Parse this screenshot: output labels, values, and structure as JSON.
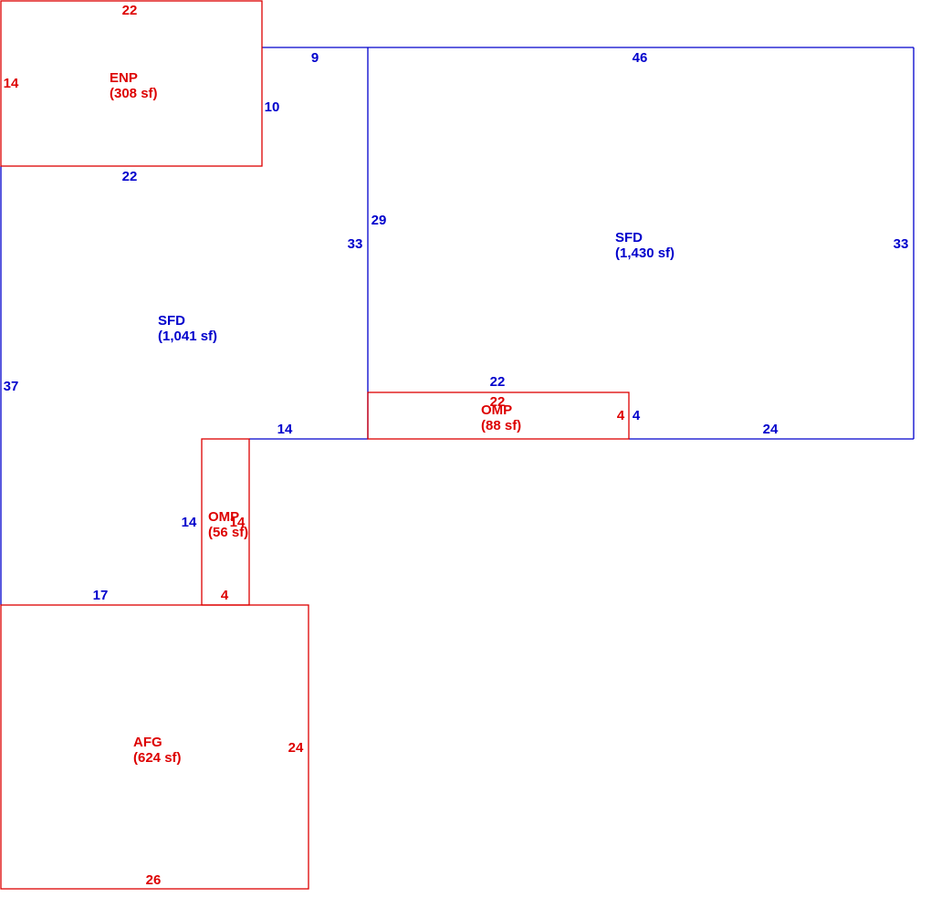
{
  "colors": {
    "living": "#0000cc",
    "accessory": "#dd0000",
    "background": "#ffffff"
  },
  "areas": {
    "enp": {
      "code": "ENP",
      "area": "(308 sf)"
    },
    "sfd_west": {
      "code": "SFD",
      "area": "(1,041 sf)"
    },
    "sfd_east": {
      "code": "SFD",
      "area": "(1,430 sf)"
    },
    "omp_center": {
      "code": "OMP",
      "area": "(88 sf)"
    },
    "omp_small": {
      "code": "OMP",
      "area": "(56 sf)"
    },
    "afg": {
      "code": "AFG",
      "area": "(624 sf)"
    }
  },
  "dimensions": {
    "enp_top": "22",
    "enp_left": "14",
    "enp_right": "10",
    "enp_bottom": "22",
    "sfd_top_west": "9",
    "sfd_top_east": "46",
    "sfd_divider_upper": "29",
    "sfd_divider_lower": "33",
    "sfd_right": "33",
    "sfd_left": "37",
    "omp_top_blue": "22",
    "omp_top_red": "22",
    "omp_right_red": "4",
    "omp_right_blue": "4",
    "sfd_bottom_east": "24",
    "sfd_bottom_mid": "14",
    "omp_small_left": "14",
    "omp_small_right": "14",
    "sfd_bottom_west": "17",
    "omp_small_bottom": "4",
    "afg_right": "24",
    "afg_bottom": "26"
  }
}
